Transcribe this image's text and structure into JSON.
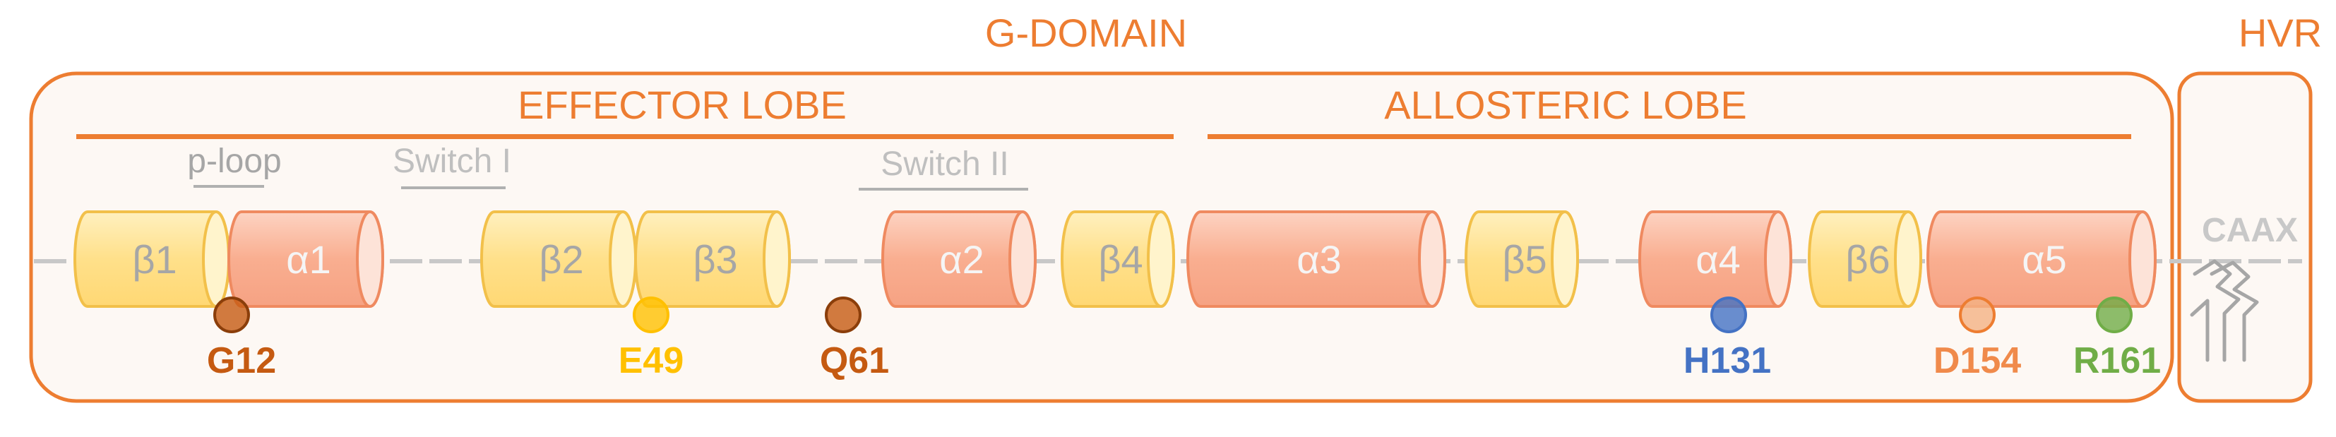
{
  "headers": {
    "g_domain": "G-DOMAIN",
    "hvr": "HVR",
    "effector_lobe": "EFFECTOR LOBE",
    "allosteric_lobe": "ALLOSTERIC LOBE"
  },
  "regions": {
    "p_loop": "p-loop",
    "switch_1": "Switch I",
    "switch_2": "Switch II",
    "caax": "CAAX"
  },
  "elements": [
    {
      "label": "β1",
      "kind": "beta"
    },
    {
      "label": "α1",
      "kind": "alpha"
    },
    {
      "label": "β2",
      "kind": "beta"
    },
    {
      "label": "β3",
      "kind": "beta"
    },
    {
      "label": "α2",
      "kind": "alpha"
    },
    {
      "label": "β4",
      "kind": "beta"
    },
    {
      "label": "α3",
      "kind": "alpha"
    },
    {
      "label": "β5",
      "kind": "beta"
    },
    {
      "label": "α4",
      "kind": "alpha"
    },
    {
      "label": "β6",
      "kind": "beta"
    },
    {
      "label": "α5",
      "kind": "alpha"
    }
  ],
  "residues": [
    {
      "label": "G12",
      "color": "#c55a11"
    },
    {
      "label": "E49",
      "color": "#ffc000"
    },
    {
      "label": "Q61",
      "color": "#c55a11"
    },
    {
      "label": "H131",
      "color": "#4472c4"
    },
    {
      "label": "D154",
      "color": "#f4b183"
    },
    {
      "label": "R161",
      "color": "#70ad47"
    }
  ],
  "colors": {
    "accent_orange": "#ed7d31",
    "alpha_fill": "#f9b9a0",
    "beta_fill": "#ffe699",
    "backbone": "#c8c8c8",
    "muted_label": "#a6a6a6"
  }
}
